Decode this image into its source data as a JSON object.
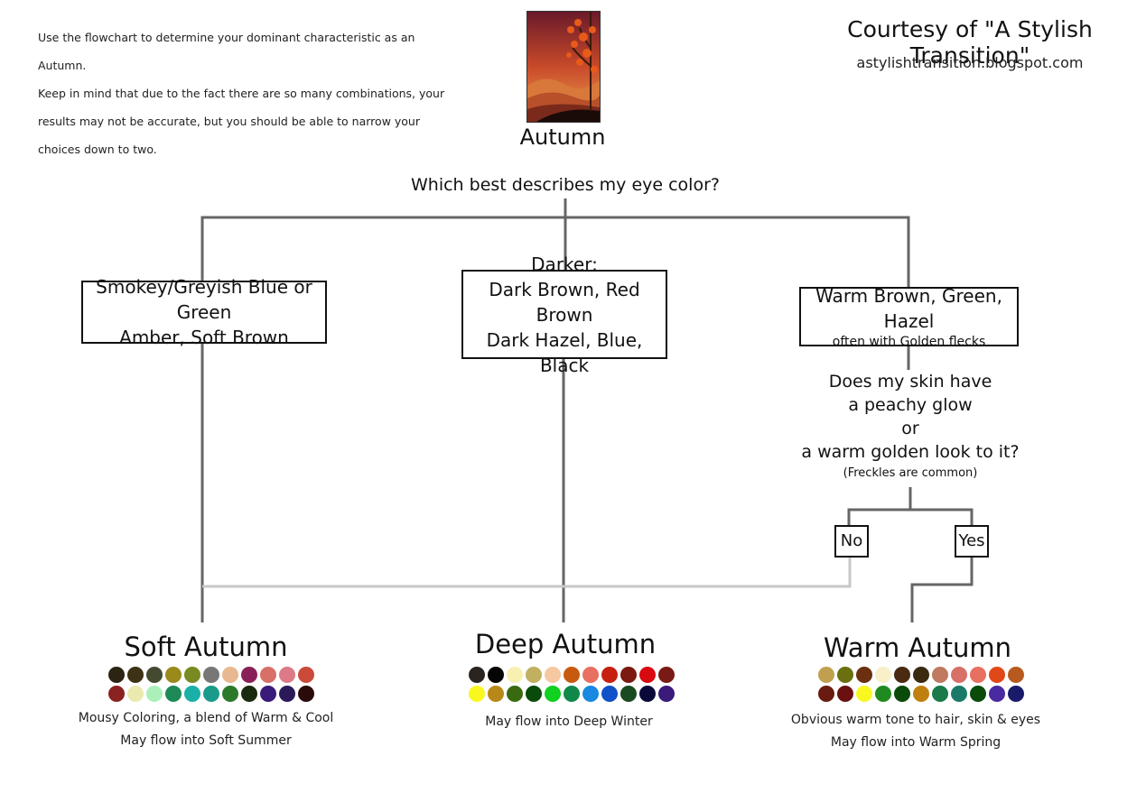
{
  "intro": [
    "Use the flowchart to determine your dominant characteristic as an Autumn.",
    "Keep in mind that due to the fact there are so many combinations, your",
    "results may not be accurate, but you should be able to narrow your",
    "choices down to two."
  ],
  "courtesy": "Courtesy of \"A Stylish Transition\"",
  "url": "astylishtransition.blogspot.com",
  "title": "Autumn",
  "question_eyes": "Which best describes my eye color?",
  "box_left": {
    "line1": "Smokey/Greyish Blue or Green",
    "line2": "Amber, Soft Brown"
  },
  "box_mid": {
    "line1": "Darker:",
    "line2": "Dark Brown, Red Brown",
    "line3": "Dark Hazel, Blue, Black"
  },
  "box_right": {
    "line1": "Warm Brown, Green, Hazel",
    "line2": "often with Golden flecks"
  },
  "question_skin": {
    "line1": "Does my skin have",
    "line2": "a peachy glow",
    "line3": "or",
    "line4": "a warm golden look to it?",
    "line5": "(Freckles are common)"
  },
  "no_label": "No",
  "yes_label": "Yes",
  "results": {
    "soft": {
      "title": "Soft Autumn",
      "note1": "Mousy Coloring, a blend of Warm & Cool",
      "note2": "May flow into Soft Summer",
      "colors": [
        "#2b2412",
        "#3d3215",
        "#444a30",
        "#9a8a1c",
        "#7a8a22",
        "#777777",
        "#e8b890",
        "#8a2058",
        "#d87068",
        "#dd7a88",
        "#cc4a3a",
        "#8a2222",
        "#eaeab0",
        "#aaf0b8",
        "#1e8a58",
        "#1ab0a8",
        "#1a9a8a",
        "#2a7a2a",
        "#1a2a10",
        "#3a1a7a",
        "#2a1a5a",
        "#2a0a0a"
      ]
    },
    "deep": {
      "title": "Deep Autumn",
      "note1": "May flow into Deep Winter",
      "colors": [
        "#2a2420",
        "#050505",
        "#f8f0b0",
        "#c0b060",
        "#f5c8a0",
        "#c85a10",
        "#e87060",
        "#c82010",
        "#7a1a10",
        "#d80a10",
        "#7a1a14",
        "#f8f820",
        "#b88818",
        "#3a6a10",
        "#0a4a0a",
        "#10d020",
        "#10884a",
        "#1888e0",
        "#1050c8",
        "#1a4a20",
        "#0a0a3a",
        "#3a1a7a"
      ]
    },
    "warm": {
      "title": "Warm Autumn",
      "note1": "Obvious warm tone to hair, skin & eyes",
      "note2": "May flow into Warm Spring",
      "colors": [
        "#c0a050",
        "#6a7010",
        "#6a3010",
        "#f8f0c8",
        "#4a2a10",
        "#3a2a10",
        "#c07a60",
        "#d87068",
        "#e87060",
        "#e04818",
        "#b85a20",
        "#6a1a10",
        "#6a1010",
        "#f8f820",
        "#208a20",
        "#0a4a0a",
        "#c08010",
        "#1a7a4a",
        "#1a7a6a",
        "#0a4a0a",
        "#4a2aa0",
        "#1a1a6a"
      ]
    }
  }
}
